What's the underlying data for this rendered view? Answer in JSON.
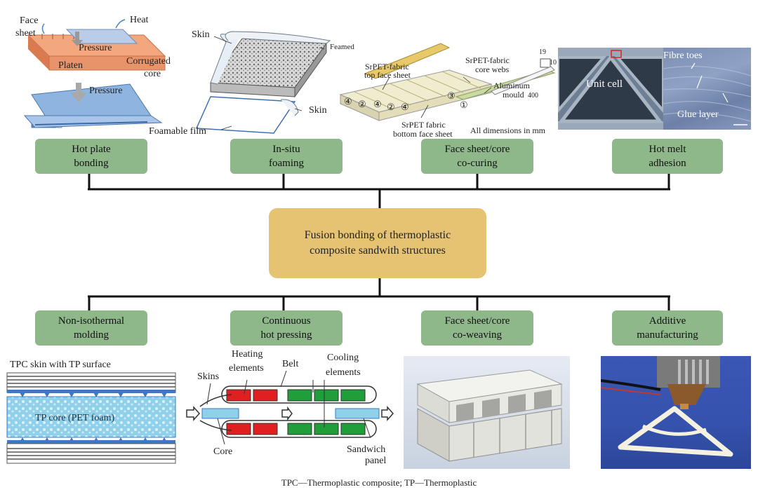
{
  "center": {
    "line1": "Fusion bonding of thermoplastic",
    "line2": "composite sandwith structures"
  },
  "top_methods": [
    {
      "line1": "Hot plate",
      "line2": "bonding"
    },
    {
      "line1": "In-situ",
      "line2": "foaming"
    },
    {
      "line1": "Face sheet/core",
      "line2": "co-curing"
    },
    {
      "line1": "Hot melt",
      "line2": "adhesion"
    }
  ],
  "bottom_methods": [
    {
      "line1": "Non-isothermal",
      "line2": "molding"
    },
    {
      "line1": "Continuous",
      "line2": "hot pressing"
    },
    {
      "line1": "Face sheet/core",
      "line2": "co-weaving"
    },
    {
      "line1": "Additive",
      "line2": "manufacturing"
    }
  ],
  "hot_plate": {
    "face_sheet": "Face\nsheet",
    "face": "Face",
    "sheet": "sheet",
    "heat": "Heat",
    "pressure_top": "Pressure",
    "platen": "Platen",
    "corrugated": "Corrugated",
    "core": "core",
    "pressure_bottom": "Pressure"
  },
  "in_situ": {
    "skin_top": "Skin",
    "feamed": "Feamed",
    "skin_right": "Skin",
    "foamable_film": "Foamable film"
  },
  "co_curing": {
    "top_face_1": "SrPET-fabric",
    "top_face_2": "top face sheet",
    "core_webs_1": "SrPET-fabric",
    "core_webs_2": "core webs",
    "mould_1": "Aluminum",
    "mould_2": "mould",
    "dim_400": "400",
    "dim_19": "19",
    "dim_10": "10",
    "bottom_1": "SrPET fabric",
    "bottom_2": "bottom face sheet",
    "dims": "All dimensions in mm",
    "n4a": "④",
    "n2a": "②",
    "n4b": "④",
    "n2b": "②",
    "n4c": "④",
    "n3": "③",
    "n1": "①"
  },
  "hot_melt": {
    "unit_cell": "Unit cell",
    "fibre_toes": "Fibre toes",
    "glue_layer": "Glue layer"
  },
  "non_iso": {
    "skin_label": "TPC skin with TP surface",
    "core_label": "TP core (PET foam)"
  },
  "cont_press": {
    "heating_1": "Heating",
    "heating_2": "elements",
    "belt": "Belt",
    "cooling_1": "Cooling",
    "cooling_2": "elements",
    "skins": "Skins",
    "core": "Core",
    "sandwich_1": "Sandwich",
    "sandwich_2": "panel"
  },
  "caption": "TPC—Thermoplastic composite; TP—Thermoplastic",
  "colors": {
    "method_box": "#8fb88a",
    "center_box": "#e6c373",
    "platen": "#e8936a",
    "sheet_blue": "#8fb4e0",
    "foam_blue": "#9dd3ea",
    "heater_red": "#e02020",
    "cooler_green": "#1f9e3a"
  }
}
